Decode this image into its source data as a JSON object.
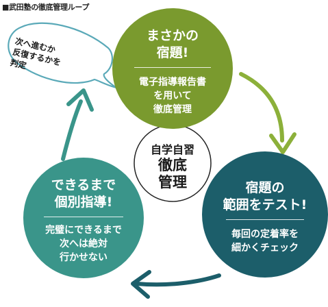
{
  "caption": "■武田塾の徹底管理ループ",
  "center": {
    "line1": "自学自習",
    "line2": "徹底",
    "line3": "管理"
  },
  "top_circle": {
    "title_line1": "まさかの",
    "title_line2": "宿題!",
    "body_line1": "電子指導報告書",
    "body_line2": "を用いて",
    "body_line3": "徹底管理",
    "color": "#7a9a2e"
  },
  "right_circle": {
    "title_line1": "宿題の",
    "title_line2": "範囲をテスト!",
    "body_line1": "毎回の定着率を",
    "body_line2": "細かくチェック",
    "color": "#1c5e6a"
  },
  "left_circle": {
    "title_line1": "できるまで",
    "title_line2": "個別指導!",
    "body_line1": "完璧にできるまで",
    "body_line2": "次へは絶対",
    "body_line3": "行かせない",
    "color": "#3a958a"
  },
  "bubble": {
    "line1": "次へ進むか",
    "line2": "反復するかを",
    "line3": "判定"
  },
  "arrows": {
    "top_right_color": "#8cb03a",
    "bottom_color": "#1c5e6a",
    "left_color": "#3a958a",
    "bubble_outline_color": "#5aa9b8"
  }
}
